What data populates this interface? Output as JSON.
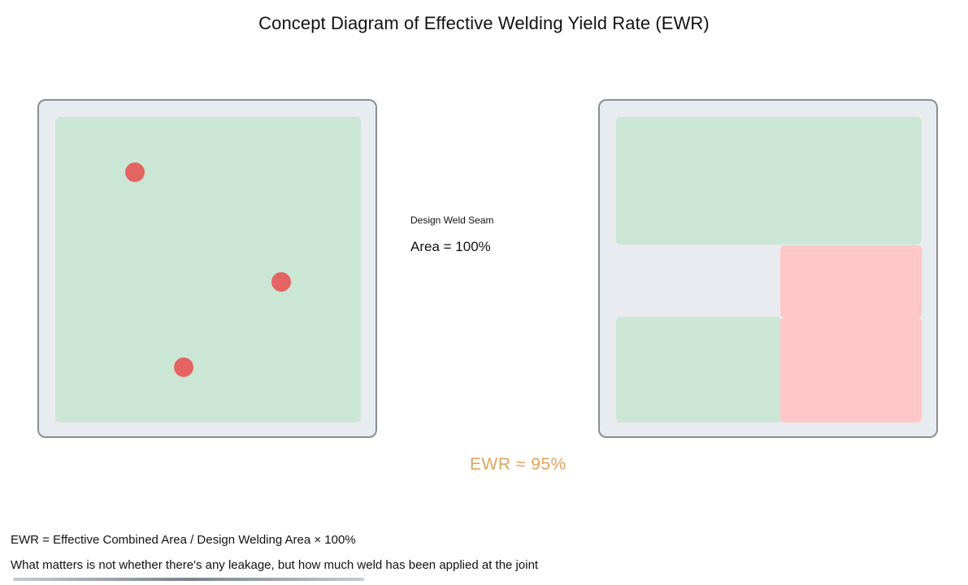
{
  "title": "Concept Diagram of Effective Welding Yield Rate (EWR)",
  "center": {
    "caption": "Design Weld Seam",
    "area_text": "Area = 100%"
  },
  "result": {
    "ewr_text": "EWR ≈ 95%"
  },
  "footer": {
    "formula": "EWR = Effective Combined Area / Design Welding Area × 100%",
    "note": "What matters is not whether there's any leakage, but how much weld has been applied at the joint"
  },
  "colors": {
    "panel_bg": "#e8ebef",
    "panel_border": "#8a8f96",
    "good_weld": "#cbe6d5",
    "defect_area": "#ffc7c7",
    "defect_point": "#e46363",
    "ewr_text": "#e0a45c"
  }
}
